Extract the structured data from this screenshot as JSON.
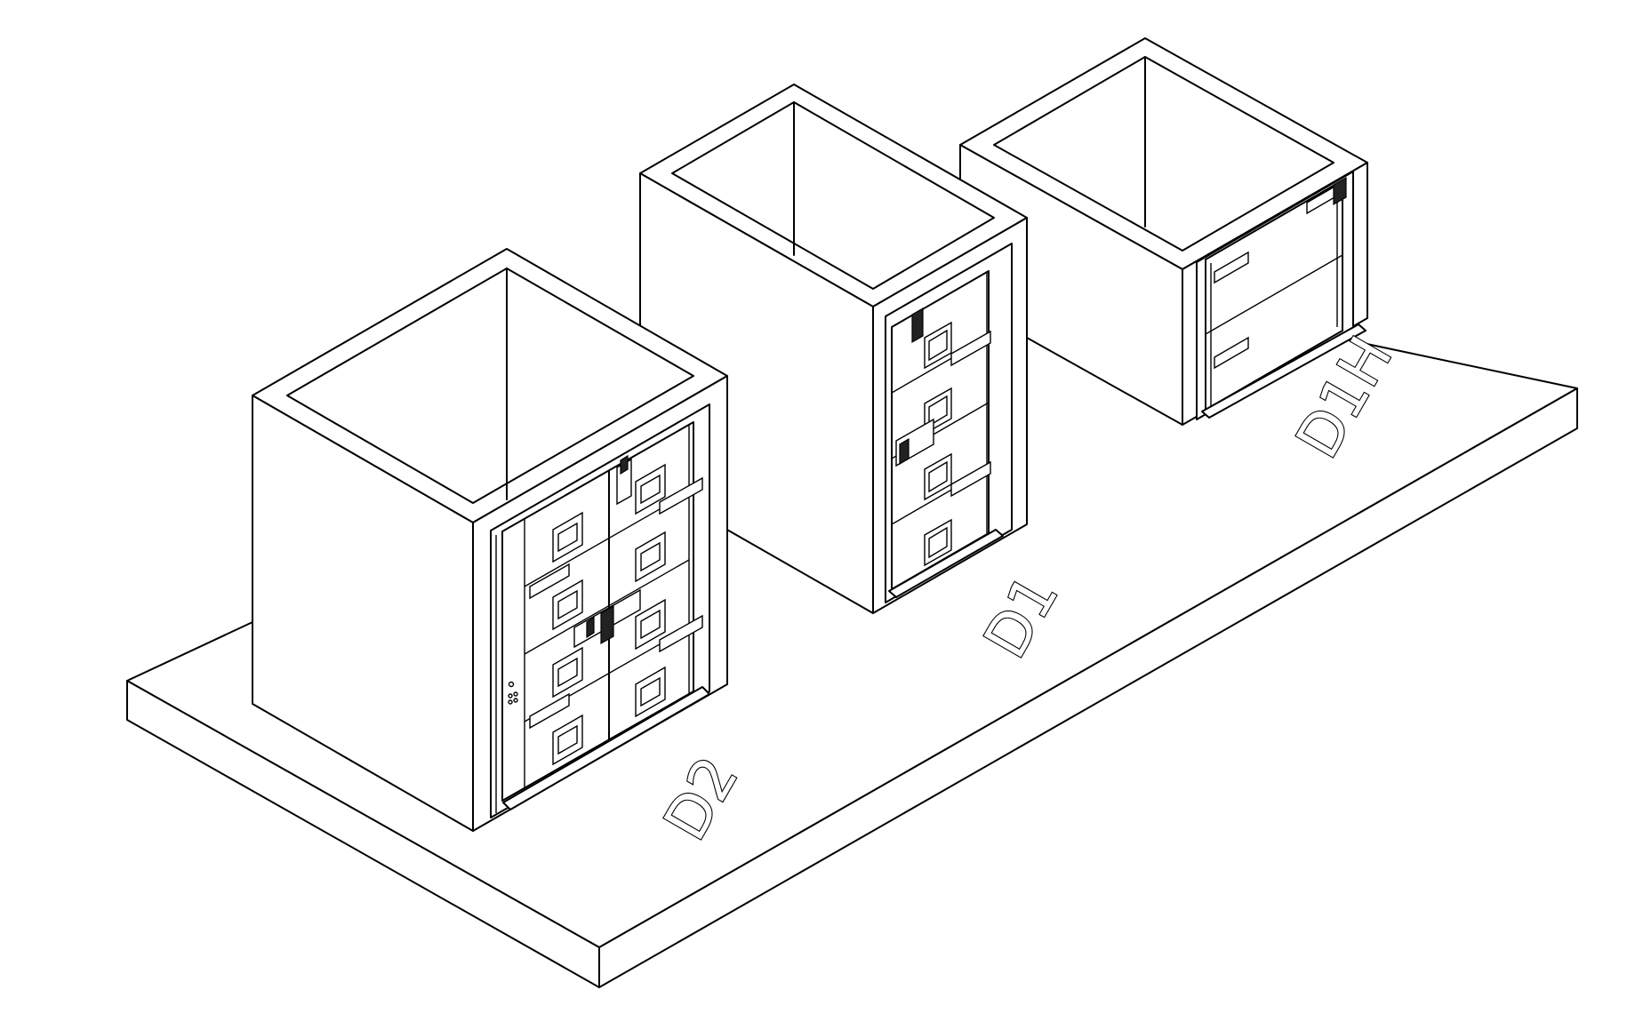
{
  "labels": {
    "d2": "D2",
    "d1": "D1",
    "d1h": "D1H"
  },
  "colors": {
    "line": "#000000",
    "background": "#ffffff"
  }
}
